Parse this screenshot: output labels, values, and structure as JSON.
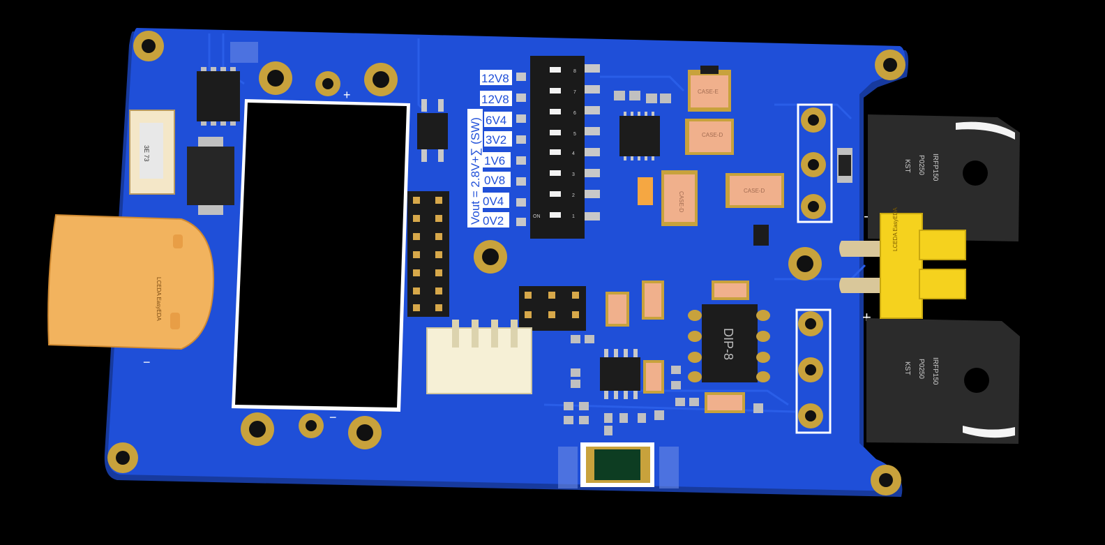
{
  "board": {
    "colors": {
      "background": "#000000",
      "pcb": "#1f4fd8",
      "pcb_edge": "#173a9e",
      "copper_pad": "#c8a23c",
      "connector": "#f2b35e",
      "xt_yellow": "#f5d21e",
      "heatsink": "#2b2b2b",
      "silk": "#ffffff",
      "resistor_body": "#f0b08c"
    }
  },
  "dip_switch": {
    "voltage_labels": [
      "12V8",
      "12V8",
      "6V4",
      "3V2",
      "1V6",
      "0V8",
      "0V4",
      "0V2"
    ],
    "formula": "Vout = 2.8V+∑ (SW)",
    "position_numbers": [
      "8",
      "7",
      "6",
      "5",
      "4",
      "3",
      "2",
      "1"
    ],
    "on_label": "ON"
  },
  "silkscreen": {
    "plus_top": "+",
    "minus_bottom": "−",
    "plus_right": "+",
    "minus_right": "−",
    "minus_left": "−"
  },
  "chips": {
    "dip8_label": "DIP-8",
    "xt60_left_logo": "LCEDA EasyEDA",
    "xt60_right_logo": "LCEDA EasyEDA",
    "mosfet_top_lines": [
      "IRFP150",
      "P0250",
      "KST"
    ],
    "mosfet_bottom_lines": [
      "IRFP150",
      "P0250",
      "KST"
    ],
    "case_top1": "CASE-E",
    "case_top2": "CASE-D",
    "case_mid": "CASE-D",
    "case_right": "CASE-D",
    "fuse_label": "3E 73"
  }
}
